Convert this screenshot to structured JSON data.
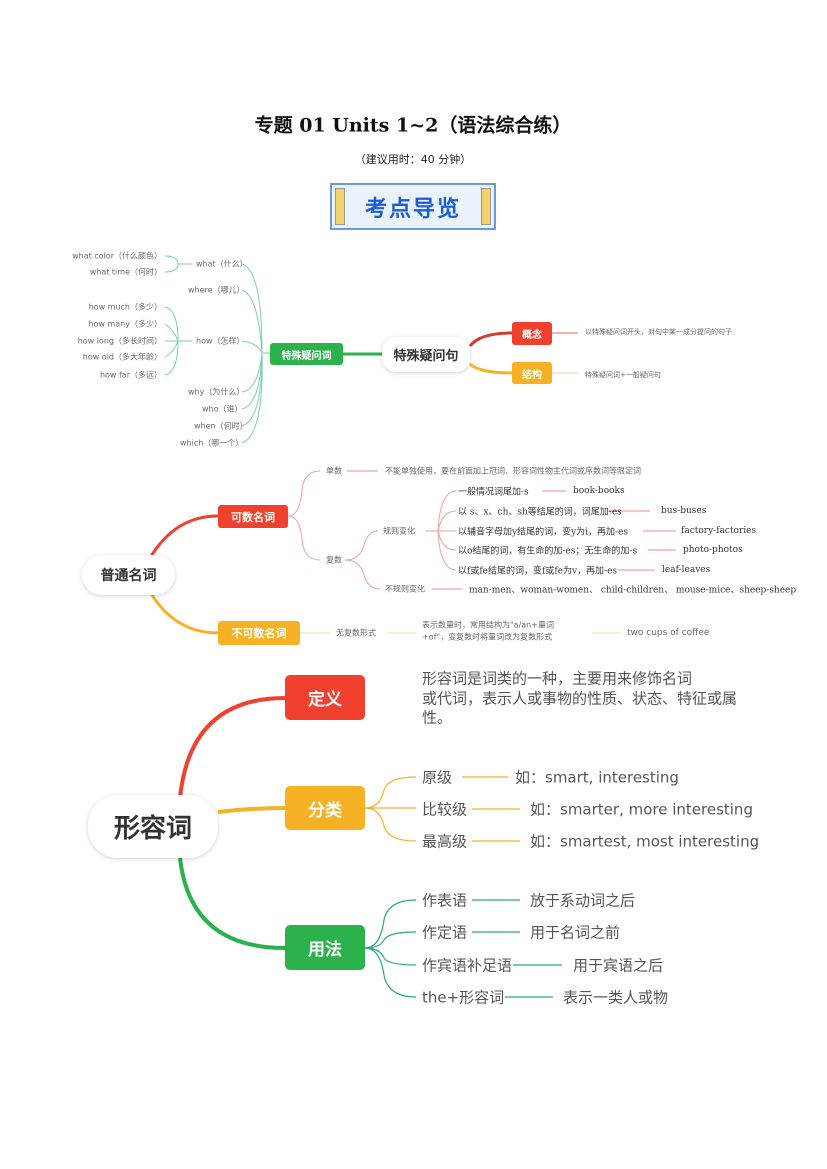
{
  "title": "专题 01 Units 1~2（语法综合练）",
  "subtitle": "（建议用时：40 分钟）",
  "banner": "考点导览",
  "colors": {
    "green": "#2bb24c",
    "red": "#f0412e",
    "orange": "#f7b125",
    "banner_blue": "#1a5fd6"
  },
  "map1": {
    "root": "特殊疑问句",
    "hub": "特殊疑问词",
    "what_sub": [
      "what color（什么颜色）",
      "what time（何时）"
    ],
    "what": "what（什么）",
    "where": "where（哪儿）",
    "how_sub": [
      "how much（多少）",
      "how many（多少）",
      "how long（多长时间）",
      "how old（多大年龄）",
      "how far（多远）"
    ],
    "how": "how（怎样）",
    "why": "why（为什么）",
    "who": "who（谁）",
    "when": "when（何时）",
    "which": "which（哪一个）",
    "concept_label": "概念",
    "concept_text": "以特殊疑问词开头，对句中某一成分提问的句子",
    "structure_label": "结构",
    "structure_text": "特殊疑问词+一般疑问句"
  },
  "map2": {
    "root": "普通名词",
    "countable": "可数名词",
    "uncountable": "不可数名词",
    "singular": "单数",
    "singular_text": "不能单独使用，要在前面加上冠词、形容词性物主代词或序数词等限定词",
    "plural": "复数",
    "regular": "规则变化",
    "rules": [
      {
        "rule": "一般情况词尾加-s",
        "example": "book-books"
      },
      {
        "rule": "以 s、x、ch、sh等结尾的词，词尾加-es",
        "example": "bus-buses"
      },
      {
        "rule": "以辅音字母加y结尾的词，变y为i，再加-es",
        "example": "factory-factories"
      },
      {
        "rule": "以o结尾的词，有生命的加-es；无生命的加-s",
        "example": "photo-photos"
      },
      {
        "rule": "以f或fe结尾的词，变f或fe为v，再加-es",
        "example": "leaf-leaves"
      }
    ],
    "irregular": "不规则变化",
    "irregular_text": "man-men、woman-women、 child-children、 mouse-mice、sheep-sheep",
    "no_plural": "无复数形式",
    "no_plural_text1": "表示数量时，常用结构为\"a/an+量词",
    "no_plural_text2": "+of\"，变复数时将量词改为复数形式",
    "no_plural_example": "two cups of coffee"
  },
  "map3": {
    "root": "形容词",
    "definition": "定义",
    "definition_lines": [
      "形容词是词类的一种，主要用来修饰名词",
      "或代词，表示人或事物的性质、状态、特征或属",
      "性。"
    ],
    "classification": "分类",
    "classes": [
      {
        "name": "原级",
        "example": "如：smart, interesting"
      },
      {
        "name": "比较级",
        "example": "如：smarter, more interesting"
      },
      {
        "name": "最高级",
        "example": "如：smartest, most interesting"
      }
    ],
    "usage": "用法",
    "usages": [
      {
        "name": "作表语",
        "desc": "放于系动词之后"
      },
      {
        "name": "作定语",
        "desc": "用于名词之前"
      },
      {
        "name": "作宾语补足语",
        "desc": "用于宾语之后"
      },
      {
        "name": "the+形容词",
        "desc": "表示一类人或物"
      }
    ]
  }
}
